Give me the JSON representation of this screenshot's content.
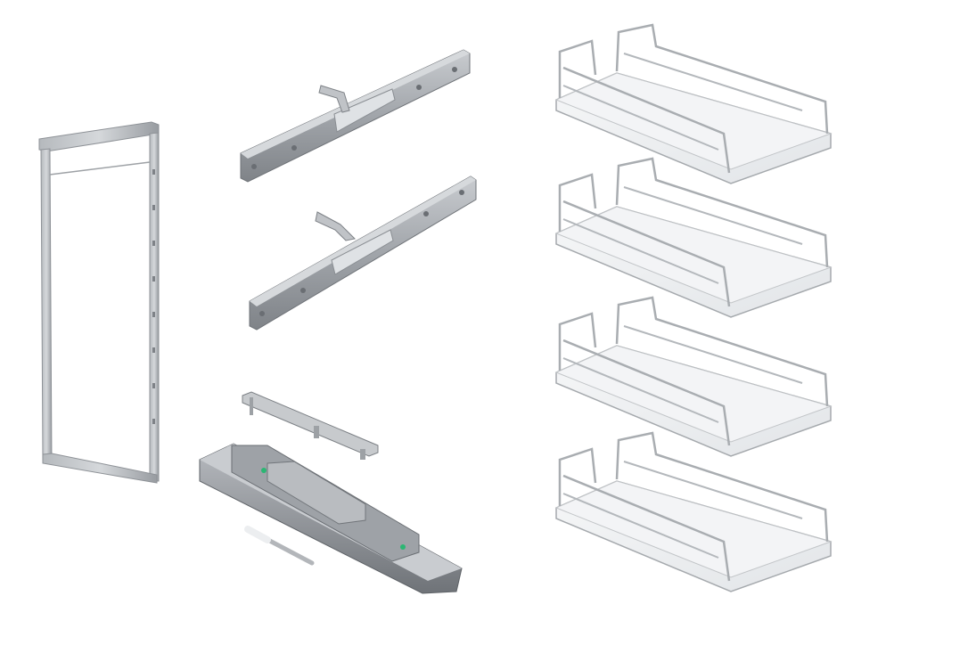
{
  "scene": {
    "background": "#ffffff",
    "colors": {
      "steel_dark": "#7d8186",
      "steel_mid": "#a3a7ab",
      "steel_light": "#d3d6d9",
      "chrome": "#b9bdc2",
      "tray_base": "#eef0f2",
      "tray_rim": "#c6c9cc",
      "accent_green": "#2bb673"
    },
    "components": [
      {
        "name": "frame",
        "count": 1
      },
      {
        "name": "mounting-rail",
        "count": 2
      },
      {
        "name": "small-bracket",
        "count": 1
      },
      {
        "name": "drawer-slide",
        "count": 1
      },
      {
        "name": "screw-pin",
        "count": 1
      },
      {
        "name": "wire-basket",
        "count": 4
      }
    ]
  }
}
